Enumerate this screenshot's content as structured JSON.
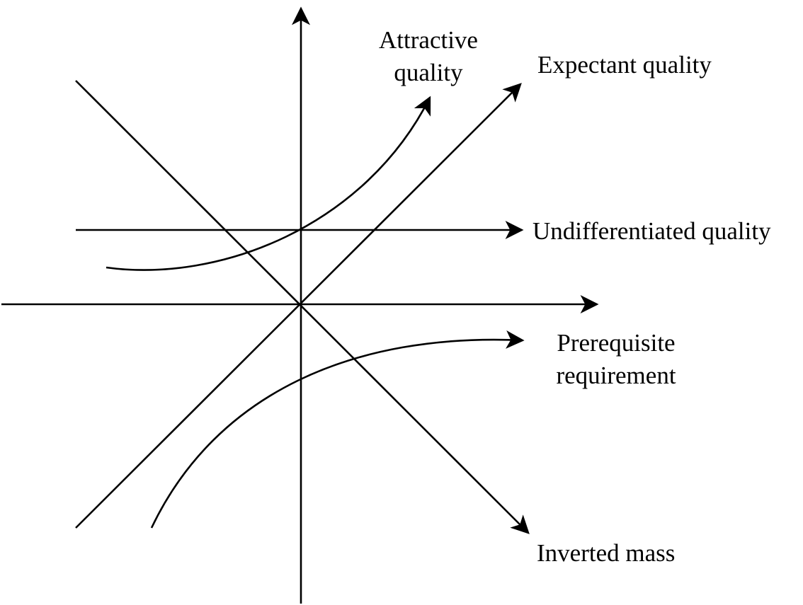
{
  "diagram": {
    "line_color": "#000000",
    "background": "#ffffff",
    "labels": {
      "attractive_line1": "Attractive",
      "attractive_line2": "quality",
      "expectant": "Expectant quality",
      "undifferentiated": "Undifferentiated quality",
      "prerequisite_line1": "Prerequisite",
      "prerequisite_line2": "requirement",
      "inverted": "Inverted mass"
    }
  }
}
